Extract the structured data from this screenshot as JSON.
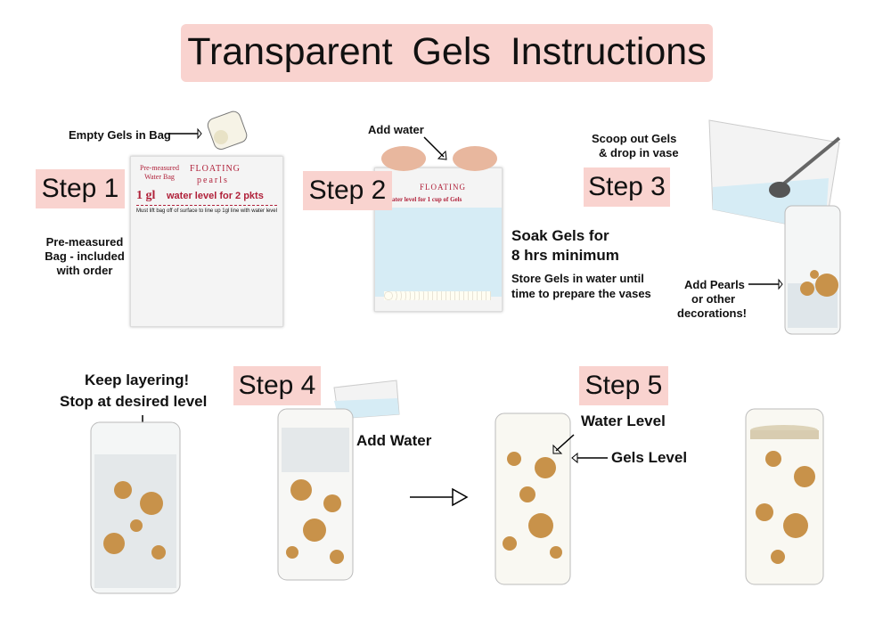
{
  "title": "Transparent  Gels  Instructions",
  "steps": {
    "s1": "Step 1",
    "s2": "Step 2",
    "s3": "Step 3",
    "s4": "Step 4",
    "s5": "Step 5"
  },
  "step1": {
    "callout": "Empty Gels in Bag",
    "note": "Pre-measured Bag - included with order"
  },
  "bag": {
    "premeasured": "Pre-measured Water Bag",
    "brand_top": "FLOATING",
    "brand_bottom": "pearls",
    "gallon": "1 gl",
    "level_2pkts": "water level for 2 pkts",
    "level_1cup": "water level for 1 cup of Gels",
    "instruction": "Must lift bag off of surface to line up 1gl line with water level"
  },
  "step2": {
    "callout": "Add water",
    "soak_line1": "Soak Gels for",
    "soak_line2": "8 hrs minimum",
    "store_line1": "Store Gels in water until",
    "store_line2": "time to prepare the vases"
  },
  "step3": {
    "scoop_line1": "Scoop out Gels",
    "scoop_line2": "& drop in vase",
    "pearls_line1": "Add Pearls",
    "pearls_line2": "or other",
    "pearls_line3": "decorations!"
  },
  "layering": {
    "line1": "Keep layering!",
    "line2": "Stop at desired level"
  },
  "step4": {
    "callout": "Add Water"
  },
  "step5": {
    "water_level": "Water Level",
    "gels_level": "Gels Level"
  },
  "colors": {
    "label_bg": "#f9d3cf",
    "brand": "#b0213a",
    "pearl_gold": "#c8924a",
    "water_blue": "#d6ecf5"
  }
}
